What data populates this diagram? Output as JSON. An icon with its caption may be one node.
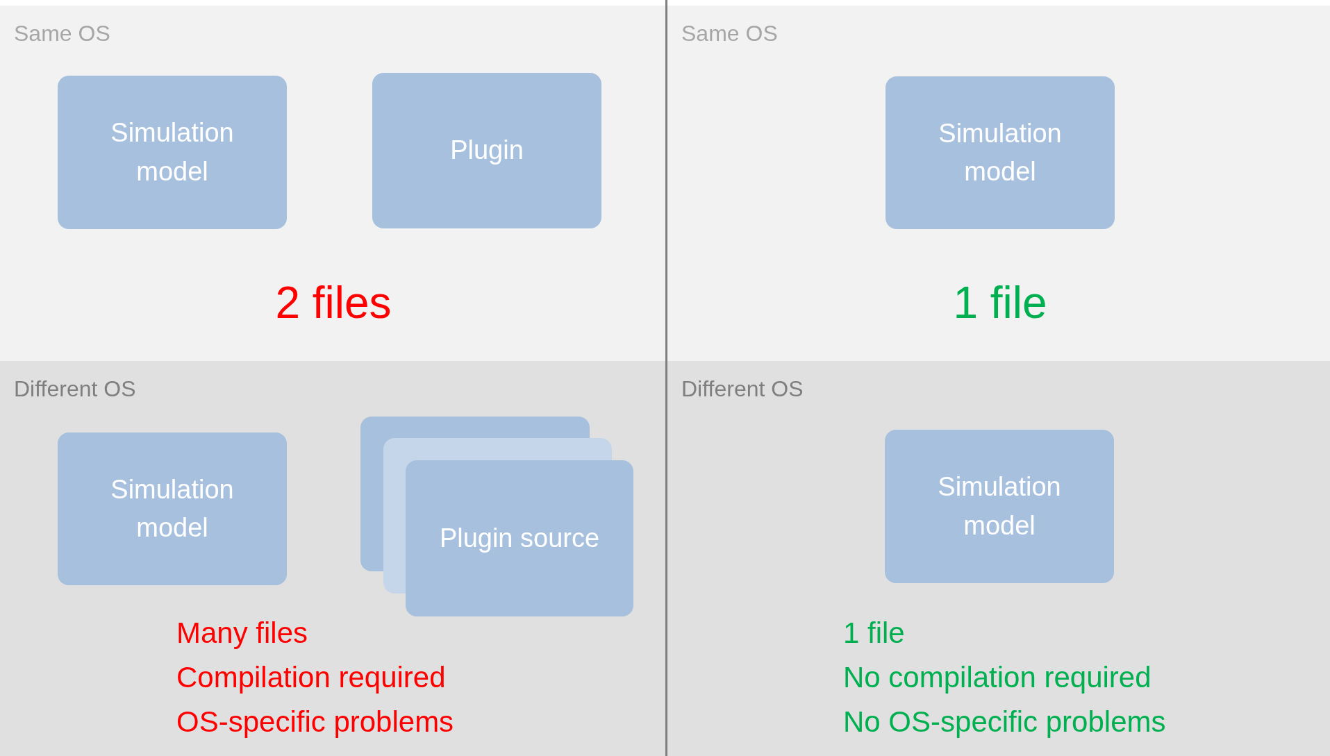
{
  "diagram": {
    "nodes": [
      {
        "text": [
          "Same OS",
          "2 files"
        ]
      },
      {
        "text": [
          "Simulation model"
        ],
        "in": 0
      },
      {
        "text": [
          "Plugin"
        ],
        "in": 0
      },
      {
        "text": [
          "Same OS",
          "1 file"
        ]
      },
      {
        "text": [
          "Simulation model"
        ],
        "in": 3
      },
      {
        "text": [
          "Different OS",
          "Many files",
          "Compilation required",
          "OS-specific problems"
        ]
      },
      {
        "text": [
          "Simulation model"
        ],
        "in": 5
      },
      {
        "text": [
          "Plugin source"
        ],
        "in": 5
      },
      {
        "text": [
          "Different OS",
          "1 file",
          "No compilation required",
          "No OS-specific problems"
        ]
      },
      {
        "text": [
          "Simulation model"
        ],
        "in": 8
      }
    ]
  }
}
